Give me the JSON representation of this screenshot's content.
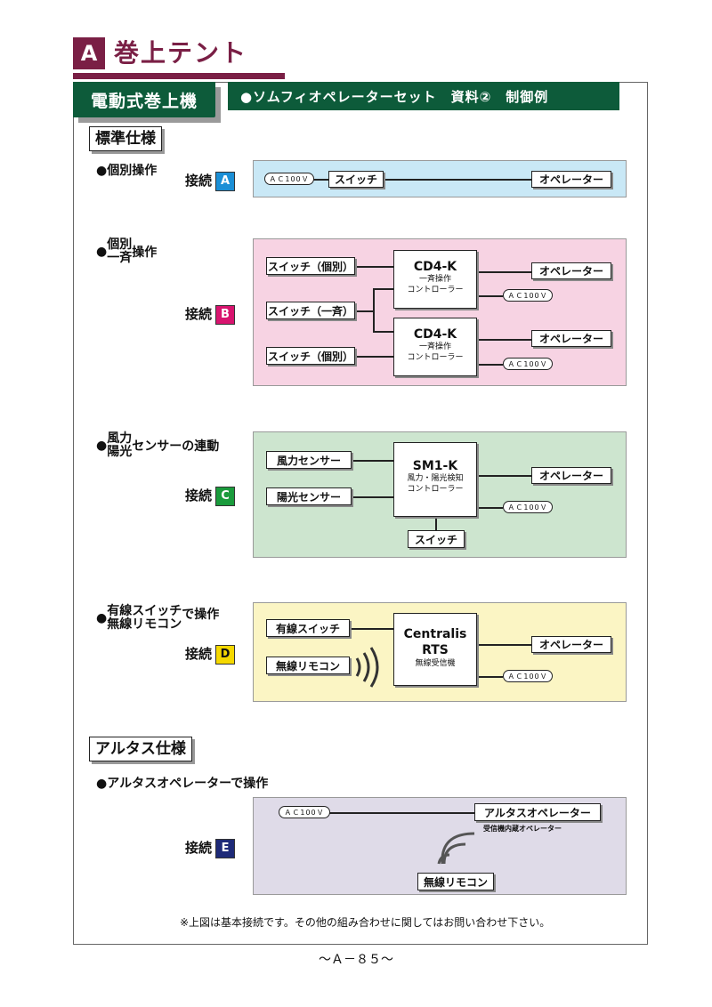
{
  "header": {
    "letter": "A",
    "title": "巻上テント"
  },
  "tab": {
    "label": "電動式巻上機",
    "band": "●ソムフィオペレーターセット　資料②　制御例"
  },
  "standard": {
    "title": "標準仕様"
  },
  "connect_label": "接続",
  "colors": {
    "a": "#1b8fd6",
    "b": "#d8146f",
    "c": "#1a9b3c",
    "d": "#f5d800",
    "e": "#1e2a78"
  },
  "sections": {
    "a": {
      "bullet": "●個別操作",
      "badge": "A",
      "ac": "ＡＣ100Ｖ",
      "switch": "スイッチ",
      "operator": "オペレーター"
    },
    "b": {
      "bullet_top": "個別",
      "bullet_bottom": "一斉",
      "bullet_suffix": "操作",
      "badge": "B",
      "sw1": "スイッチ（個別）",
      "sw2": "スイッチ（一斉）",
      "sw3": "スイッチ（個別）",
      "ctrl_title": "CD4-K",
      "ctrl_sub1": "一斉操作",
      "ctrl_sub2": "コントローラー",
      "operator": "オペレーター",
      "ac": "ＡＣ100Ｖ"
    },
    "c": {
      "bullet_top": "風力",
      "bullet_bottom": "陽光",
      "bullet_suffix": "センサーの連動",
      "badge": "C",
      "sensor1": "風力センサー",
      "sensor2": "陽光センサー",
      "ctrl_title": "SM1-K",
      "ctrl_sub1": "風力・陽光検知",
      "ctrl_sub2": "コントローラー",
      "operator": "オペレーター",
      "ac": "ＡＣ100Ｖ",
      "switch": "スイッチ"
    },
    "d": {
      "bullet_top": "有線スイッチ",
      "bullet_bottom": "無線リモコン",
      "bullet_suffix": "で操作",
      "badge": "D",
      "wired": "有線スイッチ",
      "remote": "無線リモコン",
      "ctrl_title1": "Centralis",
      "ctrl_title2": "RTS",
      "ctrl_sub": "無線受信機",
      "operator": "オペレーター",
      "ac": "ＡＣ100Ｖ"
    }
  },
  "altas": {
    "title": "アルタス仕様",
    "bullet": "●アルタスオペレーターで操作",
    "badge": "E",
    "ac": "ＡＣ100Ｖ",
    "operator": "アルタスオペレーター",
    "operator_sub": "受信機内蔵オペレーター",
    "remote": "無線リモコン"
  },
  "footnote": "※上図は基本接続です。その他の組み合わせに関してはお問い合わせ下さい。",
  "page_number": "～Ａ－８５～"
}
